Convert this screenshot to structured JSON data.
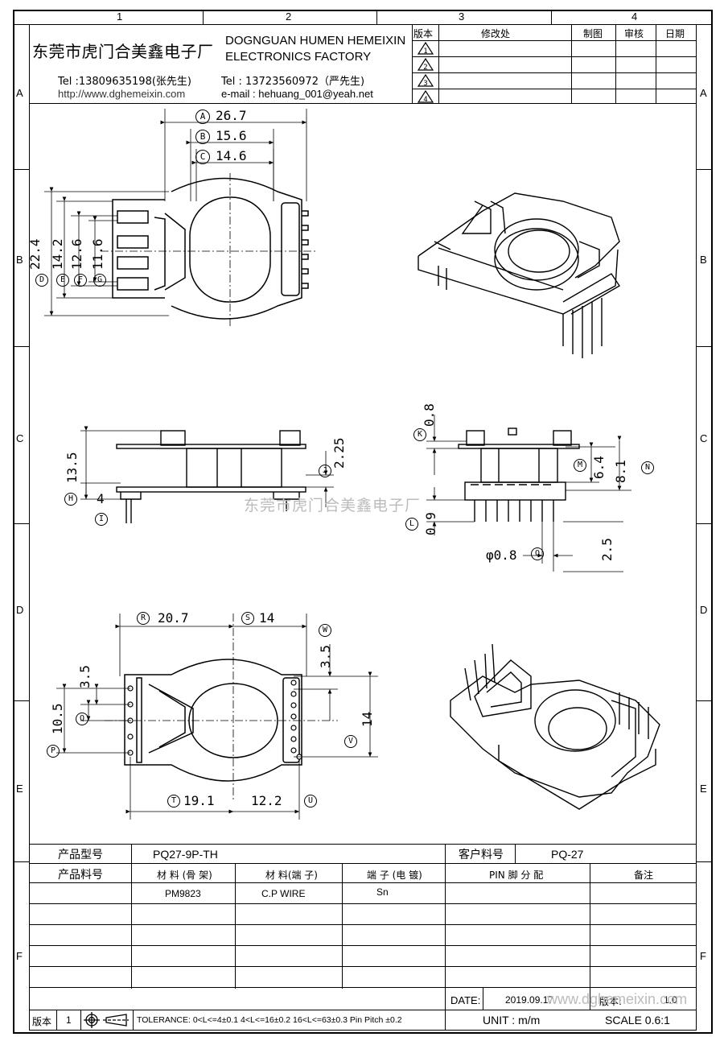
{
  "zones": {
    "columns": [
      "1",
      "2",
      "3",
      "4"
    ],
    "rows": [
      "A",
      "B",
      "C",
      "D",
      "E",
      "F"
    ]
  },
  "header": {
    "company_cn": "东莞市虎门合美鑫电子厂",
    "company_en_1": "DOGNGUAN HUMEN HEMEIXIN",
    "company_en_2": "ELECTRONICS FACTORY",
    "tel1": "Tel :13809635198(张先生)",
    "tel2": "Tel : 13723560972（严先生)",
    "url": "http://www.dghemeixin.com",
    "email": "e-mail : hehuang_001@yeah.net"
  },
  "revision_table": {
    "headers": [
      "版本",
      "修改处",
      "制图",
      "审核",
      "日期"
    ],
    "rows": [
      "1",
      "2",
      "3",
      "4"
    ]
  },
  "watermark": "东莞市虎门合美鑫电子厂",
  "watermark2": "www.dghemeixin.com",
  "dimensions": {
    "A": "A",
    "A_val": "26.7",
    "B": "B",
    "B_val": "15.6",
    "C": "C",
    "C_val": "14.6",
    "D": "D",
    "D_val": "22.4",
    "E": "E",
    "E_val": "14.2",
    "F": "F",
    "F_val": "12.6",
    "G": "G",
    "G_val": "11.6",
    "H": "H",
    "H_val": "13.5",
    "H2_val": "4",
    "I": "I",
    "J": "J",
    "J_val": "2.25",
    "K": "K",
    "K_val": "0.8",
    "L": "L",
    "L_val": "0.9",
    "M": "M",
    "M_val": "6.4",
    "N": "N",
    "N_val": "8.1",
    "O": "O",
    "O_val": "φ0.8",
    "pitch_val": "2.5",
    "R": "R",
    "R_val": "20.7",
    "S": "S",
    "S_val": "14",
    "W": "W",
    "W_val": "3.5",
    "Q": "Q",
    "Q_val1": "3.5",
    "Q_val2": "10.5",
    "P": "P",
    "V": "V",
    "V_val": "14",
    "T": "T",
    "T_val": "19.1",
    "U": "U",
    "U_val": "12.2"
  },
  "bottom_table": {
    "product_model_label": "产品型号",
    "product_model": "PQ27-9P-TH",
    "customer_no_label": "客户料号",
    "customer_no": "PQ-27",
    "product_no_label": "产品料号",
    "material_bobbin_label": "材 料 (骨 架)",
    "material_pin_label": "材 料(端 子)",
    "terminal_label": "端 子 (电 镀)",
    "pin_label": "PIN 脚 分 配",
    "remark_label": "备注",
    "material_bobbin": "PM9823",
    "material_pin": "C.P WIRE",
    "terminal": "Sn",
    "date_label": "DATE:",
    "date": "2019.09.17",
    "version_label2": "版本:",
    "version2": "1.0",
    "version_label": "版本",
    "version": "1",
    "tolerance": "TOLERANCE:  0<L<=4±0.1  4<L<=16±0.2  16<L<=63±0.3  Pin Pitch  ±0.2",
    "unit": "UNIT : m/m",
    "scale": "SCALE  0.6:1"
  }
}
